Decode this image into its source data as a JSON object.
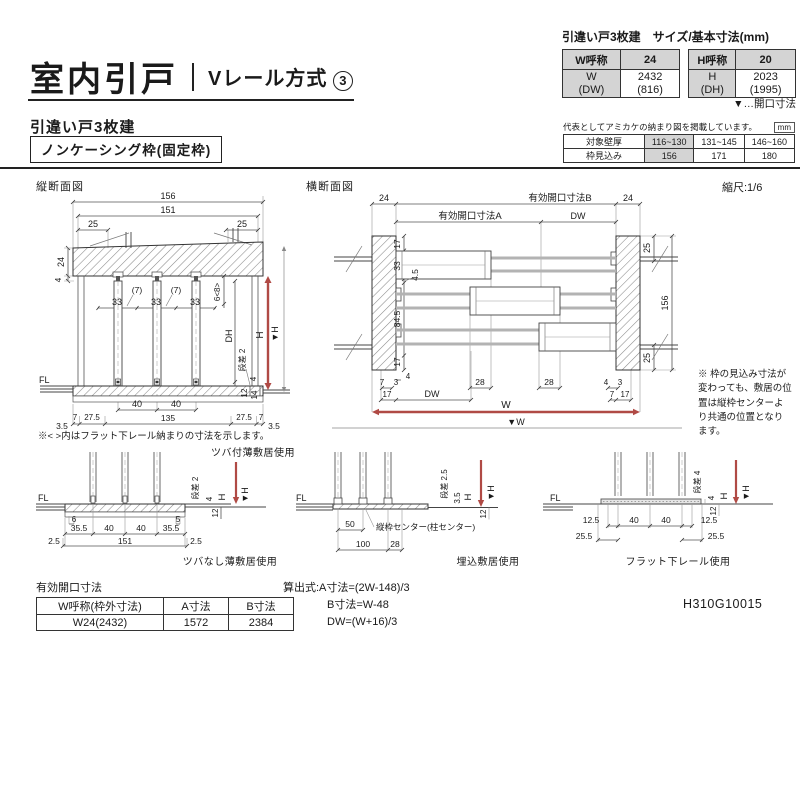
{
  "colors": {
    "accent_red": "#b04a45",
    "shade": "#d4d4d4"
  },
  "header": {
    "title": "室内引戸",
    "subtitle": "Vレール方式",
    "subtitle_num": "3",
    "size_table": {
      "title": "引違い戸3枚建　サイズ/基本寸法(mm)",
      "w": {
        "h1": "W呼称",
        "h2": "24",
        "r1": "W\n(DW)",
        "r2": "2432\n(816)"
      },
      "h": {
        "h1": "H呼称",
        "h2": "20",
        "r1": "H\n(DH)",
        "r2": "2023\n(1995)"
      }
    },
    "opening_note": "▼…開口寸法"
  },
  "section": {
    "title": "引違い戸3枚建",
    "frame_type": "ノンケーシング枠(固定枠)",
    "note": "代表としてアミカケの納まり図を掲載しています。",
    "unit": "mm",
    "wall_table": {
      "r1": [
        "対象壁厚",
        "116~130",
        "131~145",
        "146~160"
      ],
      "r2": [
        "枠見込み",
        "156",
        "171",
        "180"
      ]
    }
  },
  "vsec": {
    "title": "縦断面図",
    "d156": "156",
    "d151": "151",
    "d25l": "25",
    "d25r": "25",
    "d24": "24",
    "d4": "4",
    "g7a": "(7)",
    "g7b": "(7)",
    "d33a": "33",
    "d33b": "33",
    "d33c": "33",
    "d68": "6<8>",
    "dDH": "DH",
    "dH": "H",
    "dHv": "▼H",
    "step": "段差 2",
    "s4": "4",
    "s12": "12",
    "s14": "14",
    "fl": "FL",
    "b40a": "40",
    "b40b": "40",
    "b7a": "7",
    "b275a": "27.5",
    "b135": "135",
    "b275b": "27.5",
    "b7b": "7",
    "b35a": "3.5",
    "b35b": "3.5",
    "note": "※< >内はフラット下レール納まりの寸法を示します。"
  },
  "hsec": {
    "title": "横断面図",
    "scale": "縮尺:1/6",
    "t24l": "24",
    "tB": "有効開口寸法B",
    "t24r": "24",
    "tA": "有効開口寸法A",
    "tDW": "DW",
    "l17a": "17",
    "l33": "33",
    "l45": "4.5",
    "l845": "84.5",
    "l17b": "17",
    "r25a": "25",
    "r156": "156",
    "r25b": "25",
    "b4l": "4",
    "b7l": "7",
    "b3l": "3",
    "b17l": "17",
    "bDW": "DW",
    "b28a": "28",
    "b28b": "28",
    "b4r": "4",
    "b3r": "3",
    "b7r": "7",
    "b17r": "17",
    "W": "W",
    "Wv": "▼W",
    "note": "※ 枠の見込み寸法が変わっても、敷居の位置は縦枠センターより共通の位置となります。"
  },
  "details": {
    "cap1_top": "ツバ付薄敷居使用",
    "cap1": "ツバなし薄敷居使用",
    "cap2": "埋込敷居使用",
    "cap3": "フラット下レール使用",
    "d1": {
      "fl": "FL",
      "step": "段差 2",
      "s4": "4",
      "H": "H",
      "Hv": "▼H",
      "s12": "12",
      "d6": "6",
      "d5": "5",
      "a355a": "35.5",
      "a40a": "40",
      "a40b": "40",
      "a355b": "35.5",
      "c25a": "2.5",
      "c151": "151",
      "c25b": "2.5"
    },
    "d2": {
      "fl": "FL",
      "step": "段差 2.5",
      "s35": "3.5",
      "H": "H",
      "Hv": "▼H",
      "s12": "12",
      "d50": "50",
      "d100": "100",
      "d28": "28",
      "center": "縦枠センター(柱センター)"
    },
    "d3": {
      "fl": "FL",
      "step": "段差 4",
      "s4": "4",
      "H": "H",
      "Hv": "▼H",
      "s12": "12",
      "a125a": "12.5",
      "a40a": "40",
      "a40b": "40",
      "a125b": "12.5",
      "b255a": "25.5",
      "b255b": "25.5"
    }
  },
  "opening_table": {
    "title": "有効開口寸法",
    "h1": "W呼称(枠外寸法)",
    "h2": "A寸法",
    "h3": "B寸法",
    "r1": "W24(2432)",
    "r2": "1572",
    "r3": "2384"
  },
  "formulas": {
    "l1": "算出式:A寸法=(2W-148)/3",
    "l2": "B寸法=W-48",
    "l3": "DW=(W+16)/3"
  },
  "doc_code": "H310G10015"
}
